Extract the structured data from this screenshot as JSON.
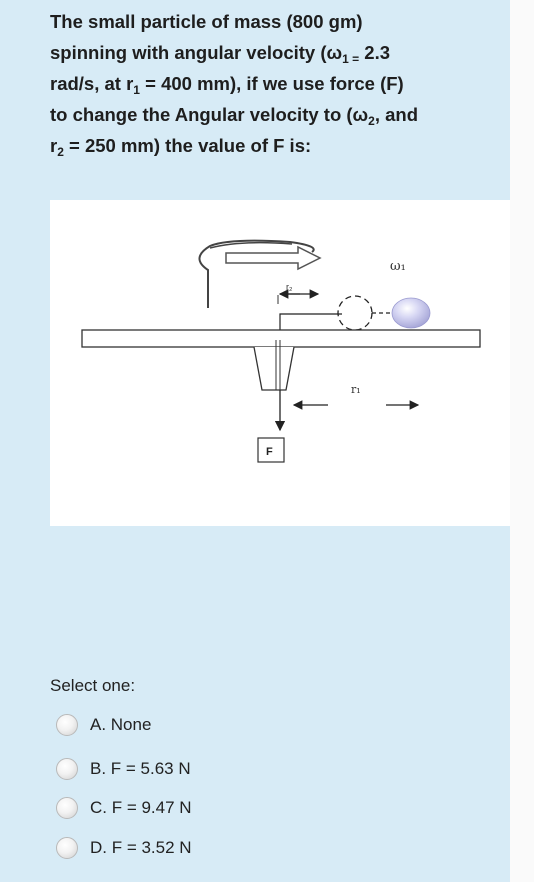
{
  "question": {
    "line1": "The small particle of mass (800 gm)",
    "line2_prefix": "spinning with angular velocity (ω",
    "line2_sub": "1 =",
    "line2_suffix": " 2.3",
    "line3_prefix": "rad/s,  at r",
    "line3_sub": "1",
    "line3_suffix": " = 400 mm),  if we use force (F)",
    "line4_prefix": "to change the Angular velocity to (ω",
    "line4_sub": "2",
    "line4_suffix": ", and",
    "line5_prefix": "r",
    "line5_sub": "2",
    "line5_suffix": " = 250 mm) the value of F is:"
  },
  "figure": {
    "omega_label": "ω₁",
    "r_small_label": "r₂",
    "r_label": "r₁",
    "force_label": "F"
  },
  "select_label": "Select one:",
  "options": [
    {
      "label": "A. None"
    },
    {
      "label": "B. F = 5.63 N"
    },
    {
      "label": "C.  F = 9.47 N"
    },
    {
      "label": "D. F = 3.52 N"
    }
  ],
  "colors": {
    "background": "#d7ebf6",
    "figure_bg": "#ffffff",
    "particle": "#c9c9ee"
  }
}
